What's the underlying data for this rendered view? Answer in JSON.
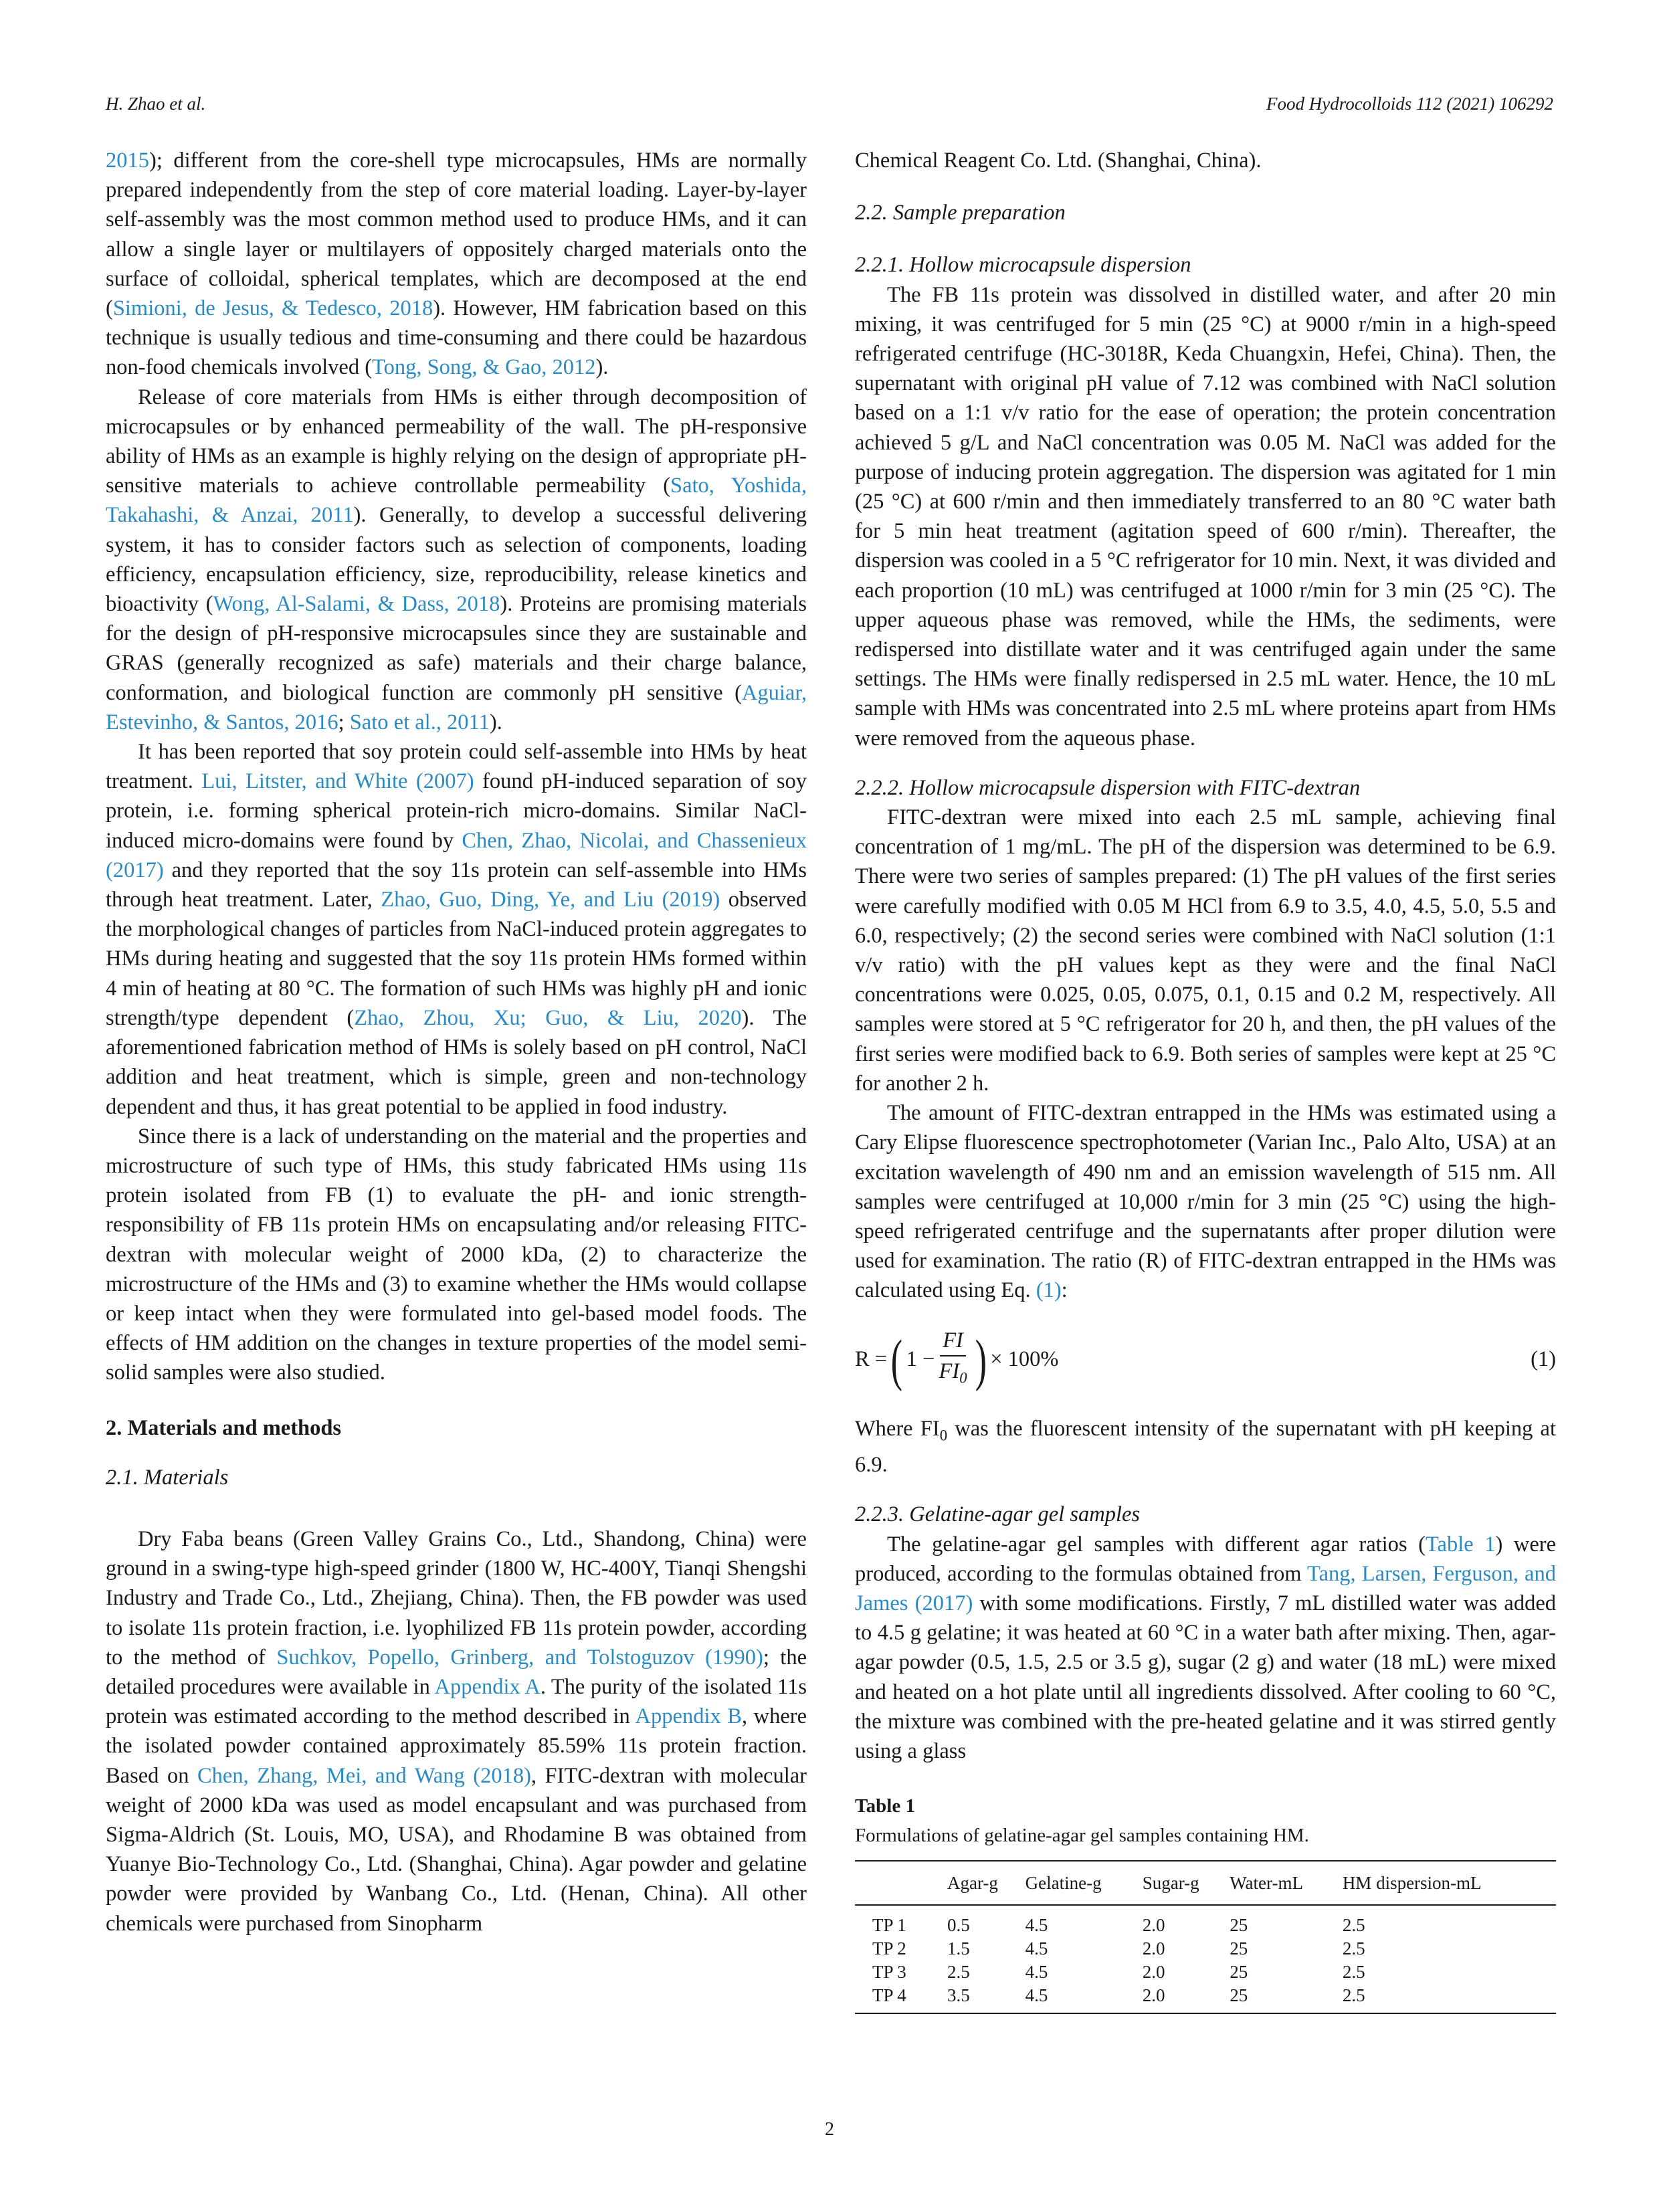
{
  "header": {
    "authors": "H. Zhao et al.",
    "journal": "Food Hydrocolloids 112 (2021) 106292"
  },
  "left": {
    "p1": {
      "link1": "2015",
      "text": "); different from the core-shell type microcapsules, HMs are normally prepared independently from the step of core material loading. Layer-by-layer self-assembly was the most common method used to produce HMs, and it can allow a single layer or multilayers of oppositely charged materials onto the surface of colloidal, spherical templates, which are decomposed at the end (",
      "link2": "Simioni, de Jesus, & Tedesco, 2018",
      "text2": "). However, HM fabrication based on this technique is usually tedious and time-consuming and there could be hazardous non-food chemicals involved (",
      "link3": "Tong, Song, & Gao, 2012",
      "text3": ")."
    },
    "p2": {
      "text1": "Release of core materials from HMs is either through decomposition of microcapsules or by enhanced permeability of the wall. The pH-responsive ability of HMs as an example is highly relying on the design of appropriate pH-sensitive materials to achieve controllable permeability (",
      "link1": "Sato, Yoshida, Takahashi, & Anzai, 2011",
      "text2": "). Generally, to develop a successful delivering system, it has to consider factors such as selection of components, loading efficiency, encapsulation efficiency, size, reproducibility, release kinetics and bioactivity (",
      "link2": "Wong, Al-Salami, & Dass, 2018",
      "text3": "). Proteins are promising materials for the design of pH-responsive microcapsules since they are sustainable and GRAS (generally recognized as safe) materials and their charge balance, conformation, and biological function are commonly pH sensitive (",
      "link3": "Aguiar, Estevinho, & Santos, 2016",
      "text4": "; ",
      "link4": "Sato et al., 2011",
      "text5": ")."
    },
    "p3": {
      "text1": "It has been reported that soy protein could self-assemble into HMs by heat treatment. ",
      "link1": "Lui, Litster, and White (2007)",
      "text2": " found pH-induced separation of soy protein, i.e. forming spherical protein-rich micro-domains. Similar NaCl-induced micro-domains were found by ",
      "link2": "Chen, Zhao, Nicolai, and Chassenieux (2017)",
      "text3": " and they reported that the soy 11s protein can self-assemble into HMs through heat treatment. Later, ",
      "link3": "Zhao, Guo, Ding, Ye, and Liu (2019)",
      "text4": " observed the morphological changes of particles from NaCl-induced protein aggregates to HMs during heating and suggested that the soy 11s protein HMs formed within 4 min of heating at 80 °C. The formation of such HMs was highly pH and ionic strength/type dependent (",
      "link4": "Zhao, Zhou, Xu; Guo, & Liu, 2020",
      "text5": "). The aforementioned fabrication method of HMs is solely based on pH control, NaCl addition and heat treatment, which is simple, green and non-technology dependent and thus, it has great potential to be applied in food industry."
    },
    "p4": {
      "text": "Since there is a lack of understanding on the material and the properties and microstructure of such type of HMs, this study fabricated HMs using 11s protein isolated from FB (1) to evaluate the pH- and ionic strength-responsibility of FB 11s protein HMs on encapsulating and/or releasing FITC-dextran with molecular weight of 2000 kDa, (2) to characterize the microstructure of the HMs and (3) to examine whether the HMs would collapse or keep intact when they were formulated into gel-based model foods. The effects of HM addition on the changes in texture properties of the model semi-solid samples were also studied."
    },
    "section2": "2.  Materials and methods",
    "sub21": "2.1.  Materials",
    "p5": {
      "text1": "Dry Faba beans (Green Valley Grains Co., Ltd., Shandong, China) were ground in a swing-type high-speed grinder (1800 W, HC-400Y, Tianqi Shengshi Industry and Trade Co., Ltd., Zhejiang, China). Then, the FB powder was used to isolate 11s protein fraction, i.e. lyophilized FB 11s protein powder, according to the method of ",
      "link1": "Suchkov, Popello, Grinberg, and Tolstoguzov (1990)",
      "text2": "; the detailed procedures were available in ",
      "link2": "Appendix A",
      "text3": ". The purity of the isolated 11s protein was estimated according to the method described in ",
      "link3": "Appendix B",
      "text4": ", where the isolated powder contained approximately 85.59% 11s protein fraction. Based on ",
      "link4": "Chen, Zhang, Mei, and Wang (2018)",
      "text5": ", FITC-dextran with molecular weight of 2000 kDa was used as model encapsulant and was purchased from Sigma-Aldrich (St. Louis, MO, USA), and Rhodamine B was obtained from Yuanye Bio-Technology Co., Ltd. (Shanghai, China). Agar powder and gelatine powder were provided by Wanbang Co., Ltd. (Henan, China). All other chemicals were purchased from Sinopharm"
    }
  },
  "right": {
    "p0": "Chemical Reagent Co. Ltd. (Shanghai, China).",
    "sub22": "2.2.  Sample preparation",
    "sub221": "2.2.1.  Hollow microcapsule dispersion",
    "p1": "The FB 11s protein was dissolved in distilled water, and after 20 min mixing, it was centrifuged for 5 min (25 °C) at 9000 r/min in a high-speed refrigerated centrifuge (HC-3018R, Keda Chuangxin, Hefei, China). Then, the supernatant with original pH value of 7.12 was combined with NaCl solution based on a 1:1 v/v ratio for the ease of operation; the protein concentration achieved 5 g/L and NaCl concentration was 0.05 M. NaCl was added for the purpose of inducing protein aggregation. The dispersion was agitated for 1 min (25 °C) at 600 r/min and then immediately transferred to an 80 °C water bath for 5 min heat treatment (agitation speed of 600 r/min). Thereafter, the dispersion was cooled in a 5 °C refrigerator for 10 min. Next, it was divided and each proportion (10 mL) was centrifuged at 1000 r/min for 3 min (25 °C). The upper aqueous phase was removed, while the HMs, the sediments, were redispersed into distillate water and it was centrifuged again under the same settings. The HMs were finally redispersed in 2.5 mL water. Hence, the 10 mL sample with HMs was concentrated into 2.5 mL where proteins apart from HMs were removed from the aqueous phase.",
    "sub222": "2.2.2.  Hollow microcapsule dispersion with FITC-dextran",
    "p2": "FITC-dextran were mixed into each 2.5 mL sample, achieving final concentration of 1 mg/mL. The pH of the dispersion was determined to be 6.9. There were two series of samples prepared: (1) The pH values of the first series were carefully modified with 0.05 M HCl from 6.9 to 3.5, 4.0, 4.5, 5.0, 5.5 and 6.0, respectively; (2) the second series were combined with NaCl solution (1:1 v/v ratio) with the pH values kept as they were and the final NaCl concentrations were 0.025, 0.05, 0.075, 0.1, 0.15 and 0.2 M, respectively. All samples were stored at 5 °C refrigerator for 20 h, and then, the pH values of the first series were modified back to 6.9. Both series of samples were kept at 25 °C for another 2 h.",
    "p3": {
      "text1": "The amount of FITC-dextran entrapped in the HMs was estimated using a Cary Elipse fluorescence spectrophotometer (Varian Inc., Palo Alto, USA) at an excitation wavelength of 490 nm and an emission wavelength of 515 nm. All samples were centrifuged at 10,000 r/min for 3 min (25 °C) using the high-speed refrigerated centrifuge and the supernatants after proper dilution were used for examination. The ratio (R) of FITC-dextran entrapped in the HMs was calculated using Eq. ",
      "link1": "(1)",
      "text2": ":"
    },
    "equation": {
      "lhs": "R =",
      "one": "1 −",
      "num": "FI",
      "den": "FI",
      "den_sub": "0",
      "rhs": "× 100%",
      "label": "(1)"
    },
    "p4": {
      "text1": "Where FI",
      "sub": "0",
      "text2": " was the fluorescent intensity of the supernatant with pH keeping at 6.9."
    },
    "sub223": "2.2.3.  Gelatine-agar gel samples",
    "p5": {
      "text1": "The gelatine-agar gel samples with different agar ratios (",
      "link1": "Table 1",
      "text2": ") were produced, according to the formulas obtained from ",
      "link2": "Tang, Larsen, Ferguson, and James (2017)",
      "text3": " with some modifications. Firstly, 7 mL distilled water was added to 4.5 g gelatine; it was heated at 60 °C in a water bath after mixing. Then, agar-agar powder (0.5, 1.5, 2.5 or 3.5 g), sugar (2 g) and water (18 mL) were mixed and heated on a hot plate until all ingredients dissolved. After cooling to 60 °C, the mixture was combined with the pre-heated gelatine and it was stirred gently using a glass"
    },
    "table": {
      "title": "Table 1",
      "caption": "Formulations of gelatine-agar gel samples containing HM.",
      "headers": [
        "",
        "Agar-g",
        "Gelatine-g",
        "Sugar-g",
        "Water-mL",
        "HM dispersion-mL"
      ],
      "rows": [
        [
          "TP 1",
          "0.5",
          "4.5",
          "2.0",
          "25",
          "2.5"
        ],
        [
          "TP 2",
          "1.5",
          "4.5",
          "2.0",
          "25",
          "2.5"
        ],
        [
          "TP 3",
          "2.5",
          "4.5",
          "2.0",
          "25",
          "2.5"
        ],
        [
          "TP 4",
          "3.5",
          "4.5",
          "2.0",
          "25",
          "2.5"
        ]
      ]
    }
  },
  "page_number": "2"
}
